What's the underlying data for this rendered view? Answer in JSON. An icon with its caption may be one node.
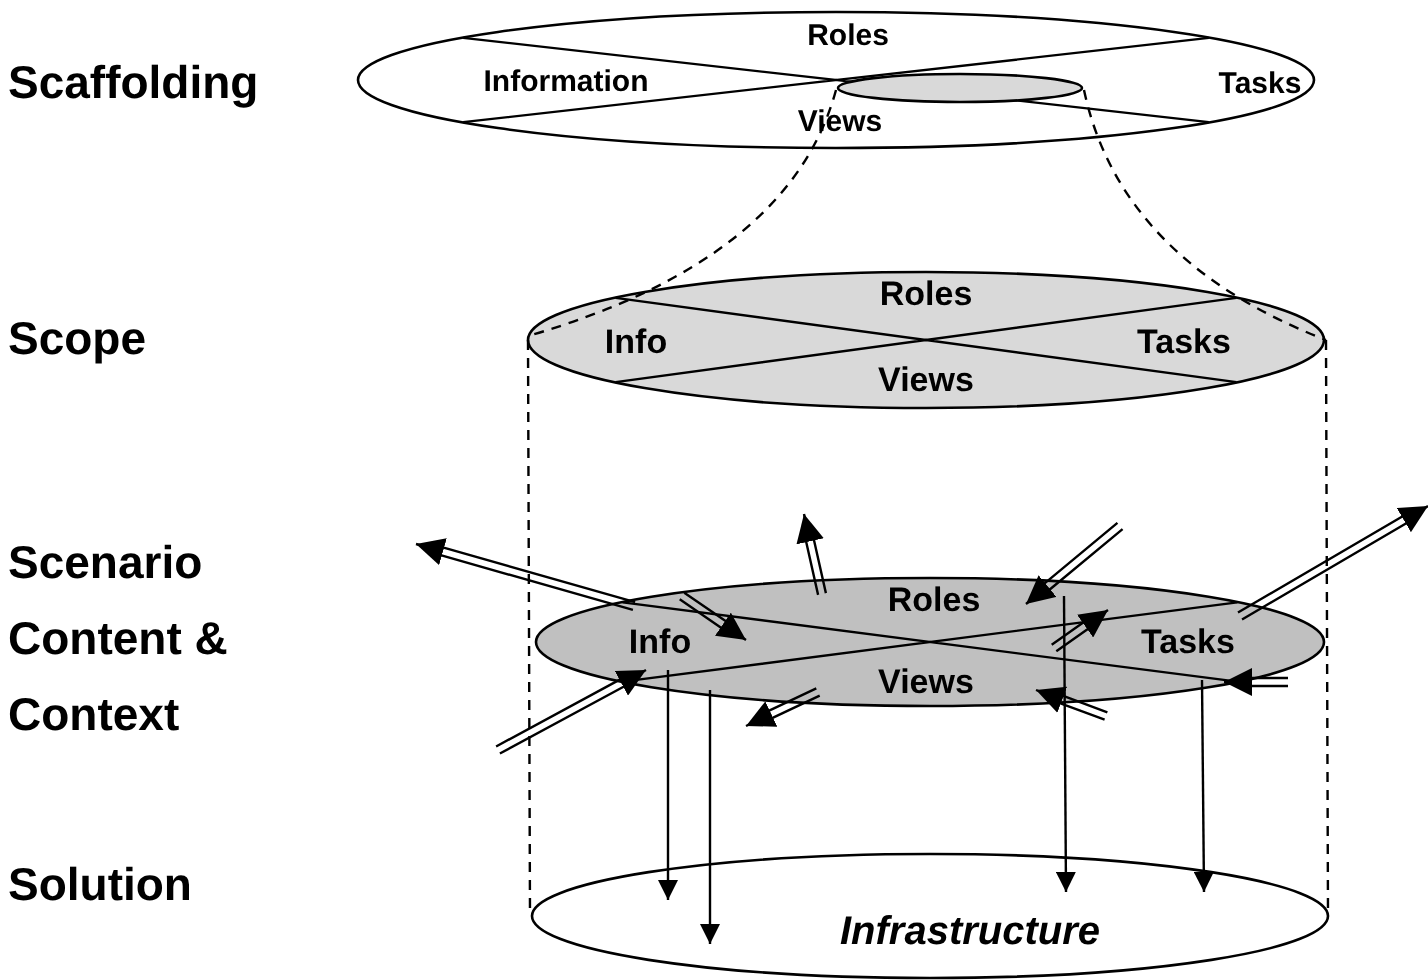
{
  "diagram": {
    "nodes": [
      {
        "text": [
          "Roles",
          "Information",
          "Tasks",
          "Views"
        ]
      },
      {
        "text": [],
        "shape": "ellipse",
        "in": 0
      },
      {
        "text": [
          "Roles",
          "Info",
          "Tasks",
          "Views"
        ]
      },
      {
        "text": [
          "Roles",
          "Info",
          "Tasks",
          "Views"
        ]
      },
      {
        "text": [
          "Infrastructure"
        ]
      }
    ],
    "edges": [
      {
        "from": 1,
        "to": 2,
        "arrow": "none",
        "style": "dashed"
      },
      {
        "from": 1,
        "to": 2,
        "arrow": "none",
        "style": "dashed"
      },
      {
        "from": 2,
        "to": 4,
        "arrow": "none",
        "style": "dashed"
      },
      {
        "from": 2,
        "to": 4,
        "arrow": "none",
        "style": "dashed"
      },
      {
        "from": 3,
        "to": null,
        "arrow": "to"
      },
      {
        "from": null,
        "to": 3,
        "arrow": "to"
      },
      {
        "from": 3,
        "to": null,
        "arrow": "to"
      },
      {
        "from": null,
        "to": 3,
        "arrow": "to"
      },
      {
        "from": null,
        "to": 3,
        "arrow": "to"
      },
      {
        "from": 3,
        "to": null,
        "arrow": "to"
      },
      {
        "from": null,
        "to": 3,
        "arrow": "to"
      },
      {
        "from": null,
        "to": 3,
        "arrow": "to"
      },
      {
        "from": 3,
        "to": null,
        "arrow": "to"
      },
      {
        "from": null,
        "to": 3,
        "arrow": "to"
      },
      {
        "from": 3,
        "to": 4,
        "arrow": "to"
      },
      {
        "from": 3,
        "to": 4,
        "arrow": "to"
      },
      {
        "from": 3,
        "to": 4,
        "arrow": "to"
      },
      {
        "from": 3,
        "to": 4,
        "arrow": "to"
      }
    ],
    "labels": [
      "Scaffolding",
      "Scope",
      "Scenario Content & Context",
      "Solution"
    ]
  }
}
